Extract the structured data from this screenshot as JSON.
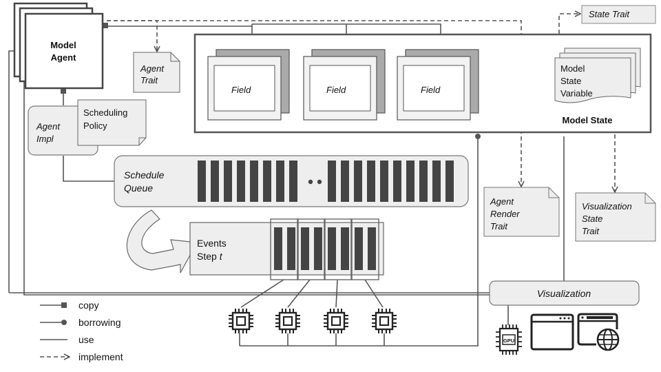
{
  "agent": {
    "title_line1": "Model",
    "title_line2": "Agent"
  },
  "agent_trait": {
    "line1": "Agent",
    "line2": "Trait"
  },
  "agent_impl": {
    "line1": "Agent",
    "line2": "Impl"
  },
  "scheduling_policy": {
    "line1": "Scheduling",
    "line2": "Policy"
  },
  "state_trait": {
    "label": "State Trait"
  },
  "model_state": {
    "label": "Model State",
    "fields": [
      "Field",
      "Field",
      "Field"
    ],
    "variable": {
      "line1": "Model",
      "line2": "State",
      "line3": "Variable"
    }
  },
  "schedule_queue": {
    "line1": "Schedule",
    "line2": "Queue"
  },
  "events": {
    "line1": "Events",
    "line2_prefix": "Step ",
    "line2_var": "t"
  },
  "agent_render_trait": {
    "line1": "Agent",
    "line2": "Render",
    "line3": "Trait"
  },
  "visualization_state_trait": {
    "line1": "Visualization",
    "line2": "State",
    "line3": "Trait"
  },
  "visualization": {
    "label": "Visualization"
  },
  "gpu": {
    "label": "GPU"
  },
  "legend": [
    {
      "label": "copy",
      "symbol": "square"
    },
    {
      "label": "borrowing",
      "symbol": "circle"
    },
    {
      "label": "use",
      "symbol": "line"
    },
    {
      "label": "implement",
      "symbol": "dashed-arrow"
    }
  ],
  "colors": {
    "stroke": "#555555",
    "box_fill": "#eeeeee",
    "dark_bar": "#444444",
    "field_shadow": "#aaaaaa",
    "field_fill": "#ffffff"
  },
  "icons": [
    "cpu-icon",
    "gpu-icon",
    "window-icon",
    "web-browser-icon",
    "curved-arrow-icon"
  ]
}
